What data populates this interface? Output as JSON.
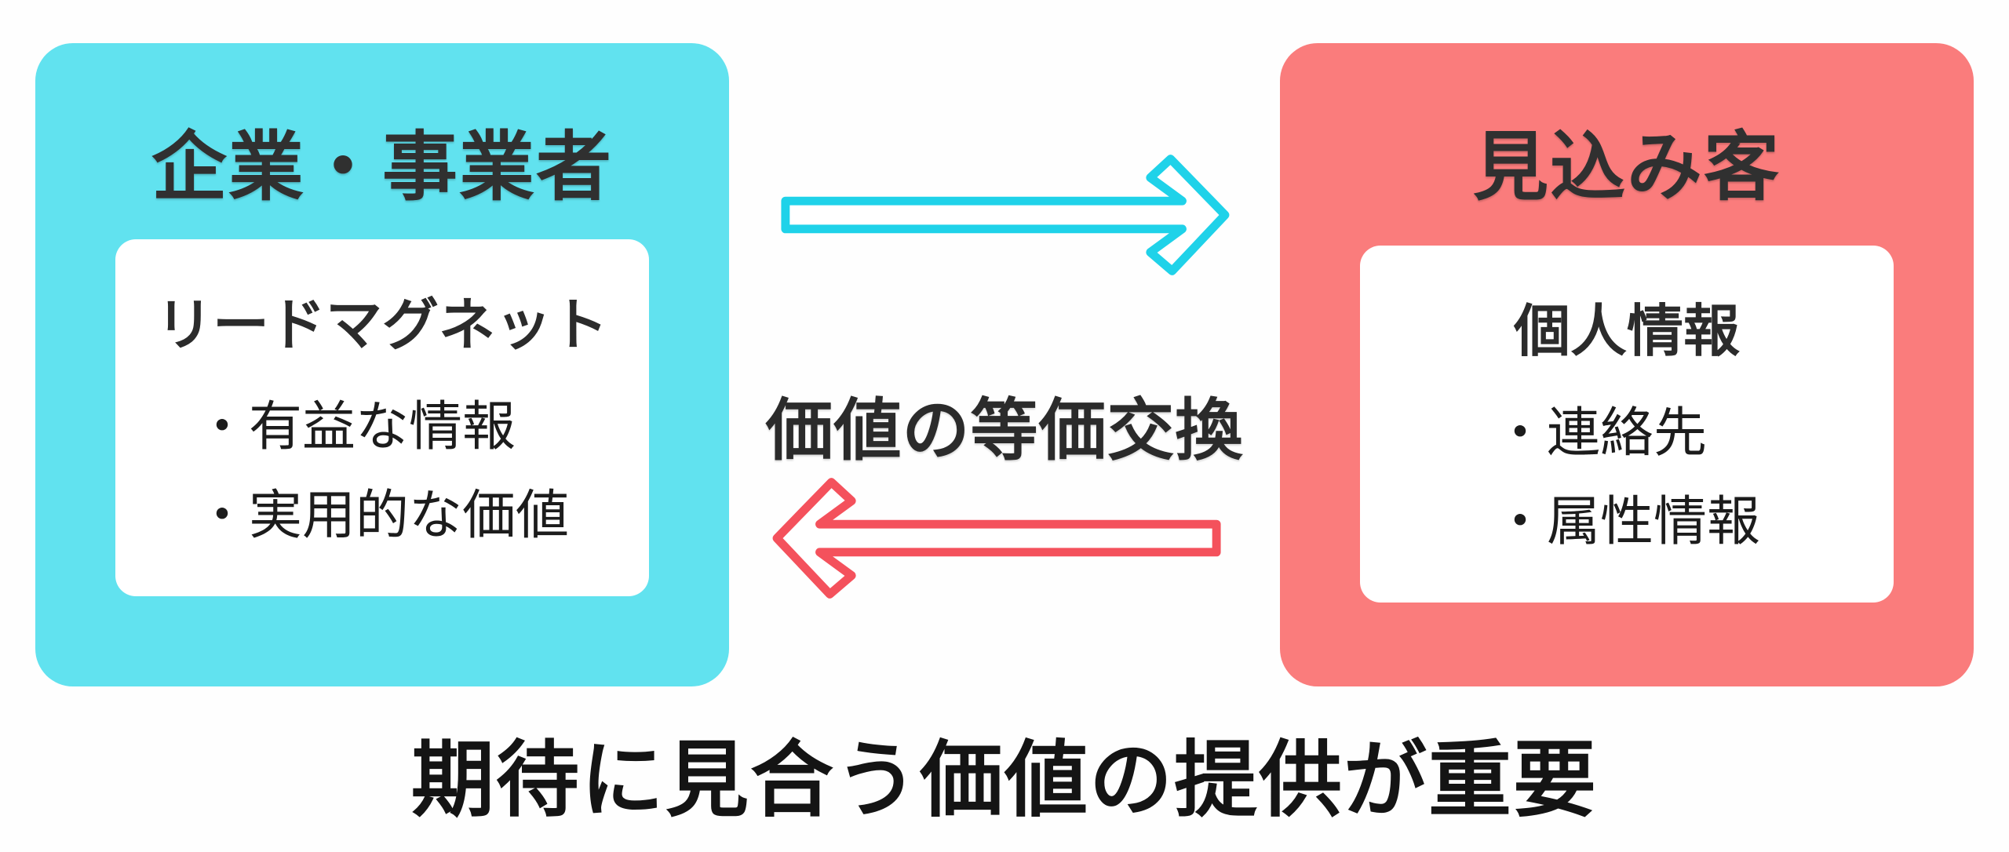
{
  "diagram": {
    "background": "#fefefe",
    "left_box": {
      "color": "#61e2ef",
      "title": "企業・事業者",
      "card": {
        "heading": "リードマグネット",
        "bullets": [
          "・有益な情報",
          "・実用的な価値"
        ]
      }
    },
    "right_box": {
      "color": "#fa7c7c",
      "title": "見込み客",
      "card": {
        "heading": "個人情報",
        "bullets": [
          "・連絡先",
          "・属性情報"
        ]
      }
    },
    "center": {
      "label": "価値の等価交換",
      "arrow_right_icon": "arrow-right-icon",
      "arrow_left_icon": "arrow-left-icon",
      "arrow_right_color": "#1fd2e9",
      "arrow_left_color": "#f4515c"
    },
    "caption": "期待に見合う価値の提供が重要"
  }
}
